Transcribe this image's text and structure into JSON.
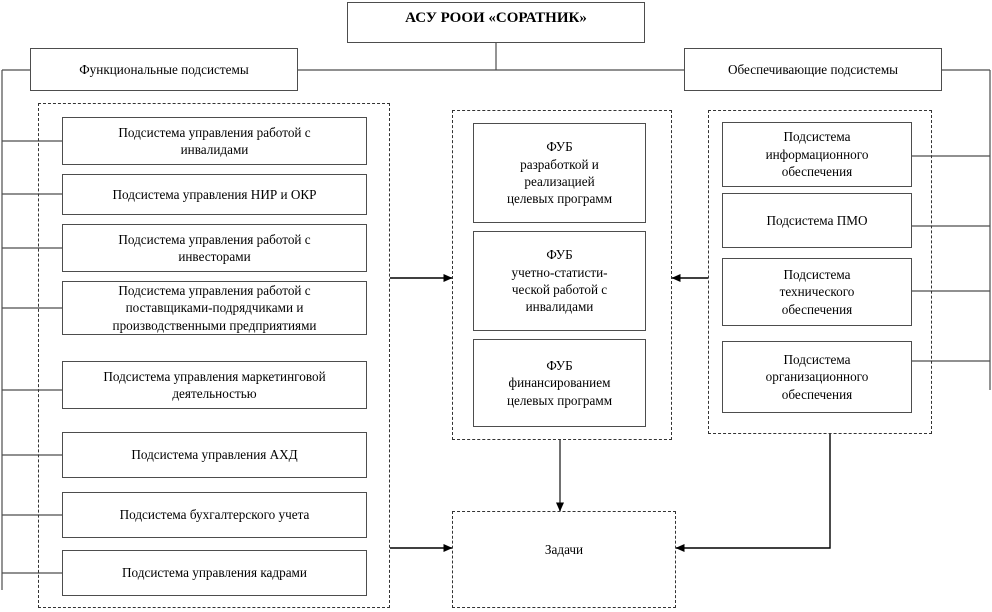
{
  "diagram": {
    "title_node": {
      "label": "АСУ РООИ «СОРАТНИК»"
    },
    "headers": {
      "left": "Функциональные подсистемы",
      "right": "Обеспечивающие подсистемы"
    },
    "functional_subsystems": [
      {
        "label": "Подсистема управления работой с\nинвалидами"
      },
      {
        "label": "Подсистема управления НИР и ОКР"
      },
      {
        "label": "Подсистема управления работой с\nинвесторами"
      },
      {
        "label": "Подсистема управления работой с\nпоставщиками-подрядчиками и\nпроизводственными предприятиями"
      },
      {
        "label": "Подсистема управления маркетинговой\nдеятельностью"
      },
      {
        "label": "Подсистема управления АХД"
      },
      {
        "label": "Подсистема бухгалтерского учета"
      },
      {
        "label": "Подсистема управления кадрами"
      }
    ],
    "fub_blocks": [
      {
        "label": "ФУБ\nразработкой и\nреализацией\nцелевых программ"
      },
      {
        "label": "ФУБ\nучетно-статисти-\nческой работой с\nинвалидами"
      },
      {
        "label": "ФУБ\nфинансированием\nцелевых программ"
      }
    ],
    "support_subsystems": [
      {
        "label": "Подсистема\nинформационного\nобеспечения"
      },
      {
        "label": "Подсистема ПМО"
      },
      {
        "label": "Подсистема\nтехнического\nобеспечения"
      },
      {
        "label": "Подсистема\nорганизационного\nобеспечения"
      }
    ],
    "tasks_node": {
      "label": "Задачи"
    },
    "colors": {
      "box_border": "#4d4d4d",
      "group_border": "#333333",
      "connector": "#4d4d4d",
      "arrow": "#000000",
      "background": "#ffffff",
      "text": "#000000"
    }
  }
}
